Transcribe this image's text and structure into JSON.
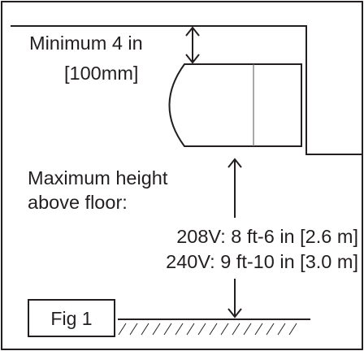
{
  "diagram": {
    "clearance_label_line1": "Minimum 4 in",
    "clearance_label_line2": "[100mm]",
    "height_label_line1": "Maximum height",
    "height_label_line2": "above floor:",
    "spec_208v": "208V: 8 ft-6 in [2.6 m]",
    "spec_240v": "240V: 9 ft-10 in [3.0 m]",
    "figure_label": "Fig 1"
  },
  "colors": {
    "ink": "#231f20",
    "background": "#ffffff"
  }
}
